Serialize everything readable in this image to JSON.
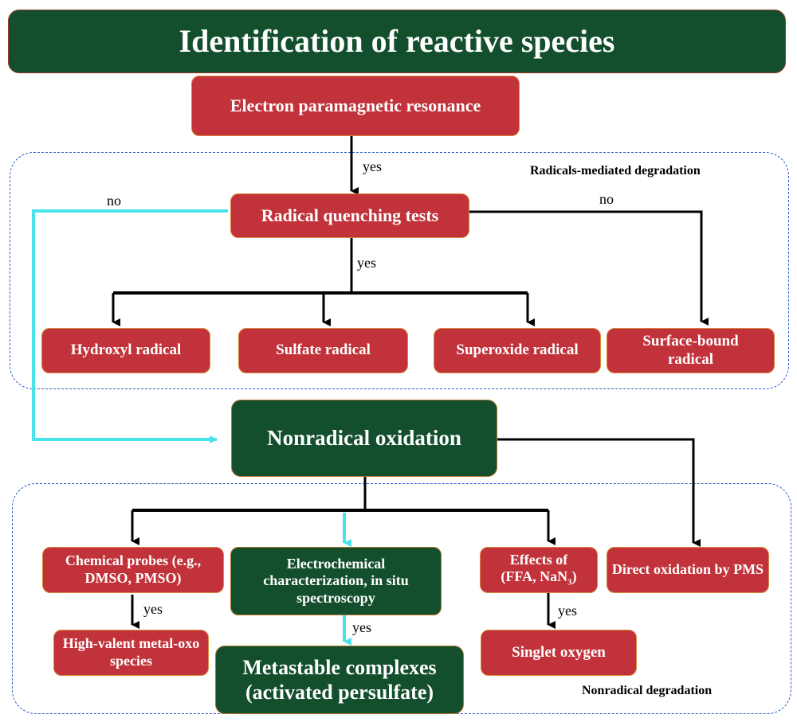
{
  "title": "Identification of reactive species",
  "colors": {
    "title_bg": "#134f2c",
    "red_box": "#c1323a",
    "green_box": "#134f2c",
    "cyan_path": "#4ae3ea",
    "black_path": "#000000",
    "region_border": "#2d5fc9"
  },
  "regions": {
    "radicals": "Radicals-mediated degradation",
    "nonradical": "Nonradical degradation"
  },
  "nodes": {
    "epr": "Electron paramagnetic resonance",
    "quench": "Radical quenching tests",
    "hydroxyl": "Hydroxyl radical",
    "sulfate": "Sulfate radical",
    "superoxide": "Superoxide radical",
    "surface": "Surface-bound radical",
    "nonradical": "Nonradical oxidation",
    "probes": "Chemical probes (e.g., DMSO, PMSO)",
    "electrochem": "Electrochemical characterization, in situ spectroscopy",
    "effects_line1": "Effects of",
    "effects_line2_pre": "(FFA, NaN",
    "effects_sub": "3",
    "effects_line2_post": ")",
    "direct": "Direct oxidation by PMS",
    "highvalent": "High-valent metal-oxo species",
    "metastable": "Metastable complexes (activated persulfate)",
    "singlet": "Singlet oxygen"
  },
  "edge_labels": {
    "epr_yes": "yes",
    "quench_no_left": "no",
    "quench_no_right": "no",
    "quench_yes": "yes",
    "probes_yes": "yes",
    "electrochem_yes": "yes",
    "effects_yes": "yes"
  }
}
